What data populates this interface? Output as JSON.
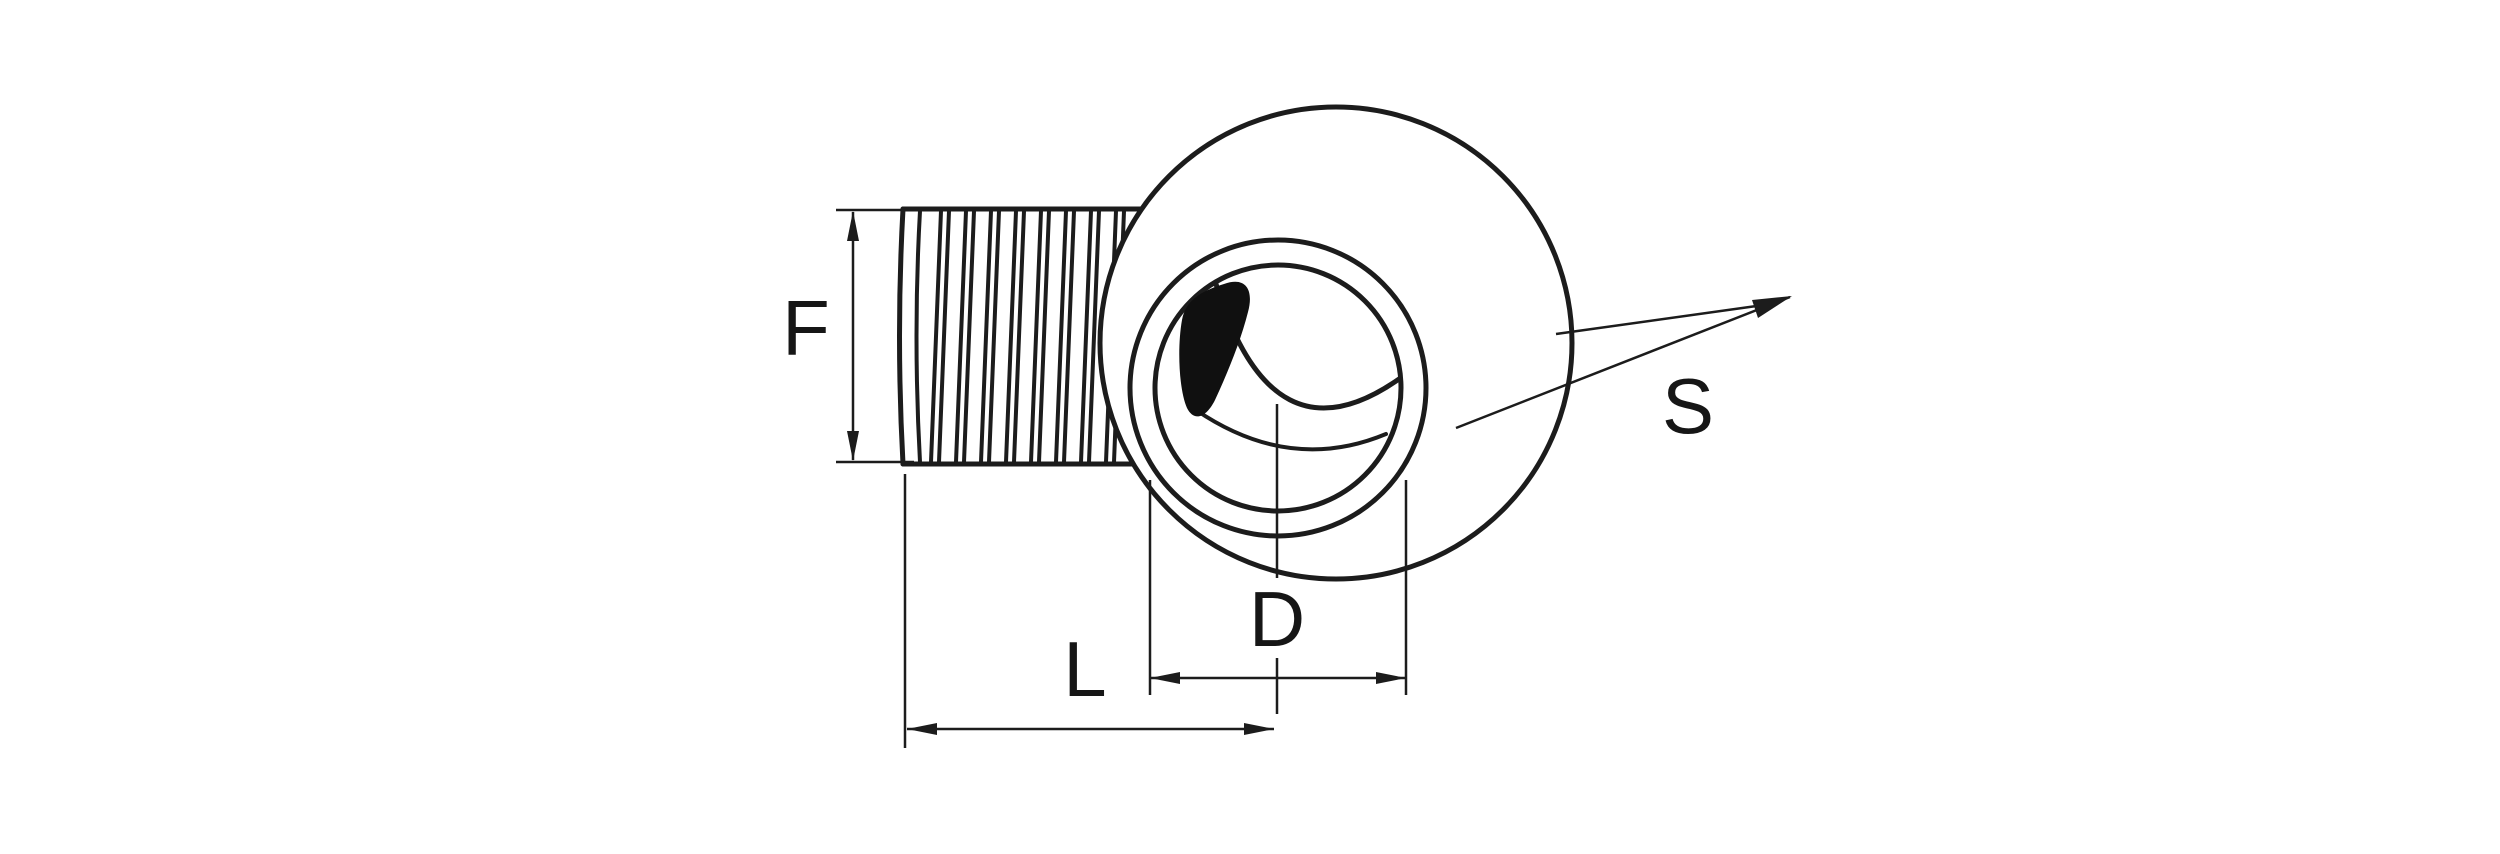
{
  "diagram": {
    "type": "technical-drawing",
    "background_color": "#ffffff",
    "line_color": "#1c1c1c",
    "labels": {
      "f": "F",
      "l": "L",
      "d": "D",
      "s": "S"
    }
  }
}
